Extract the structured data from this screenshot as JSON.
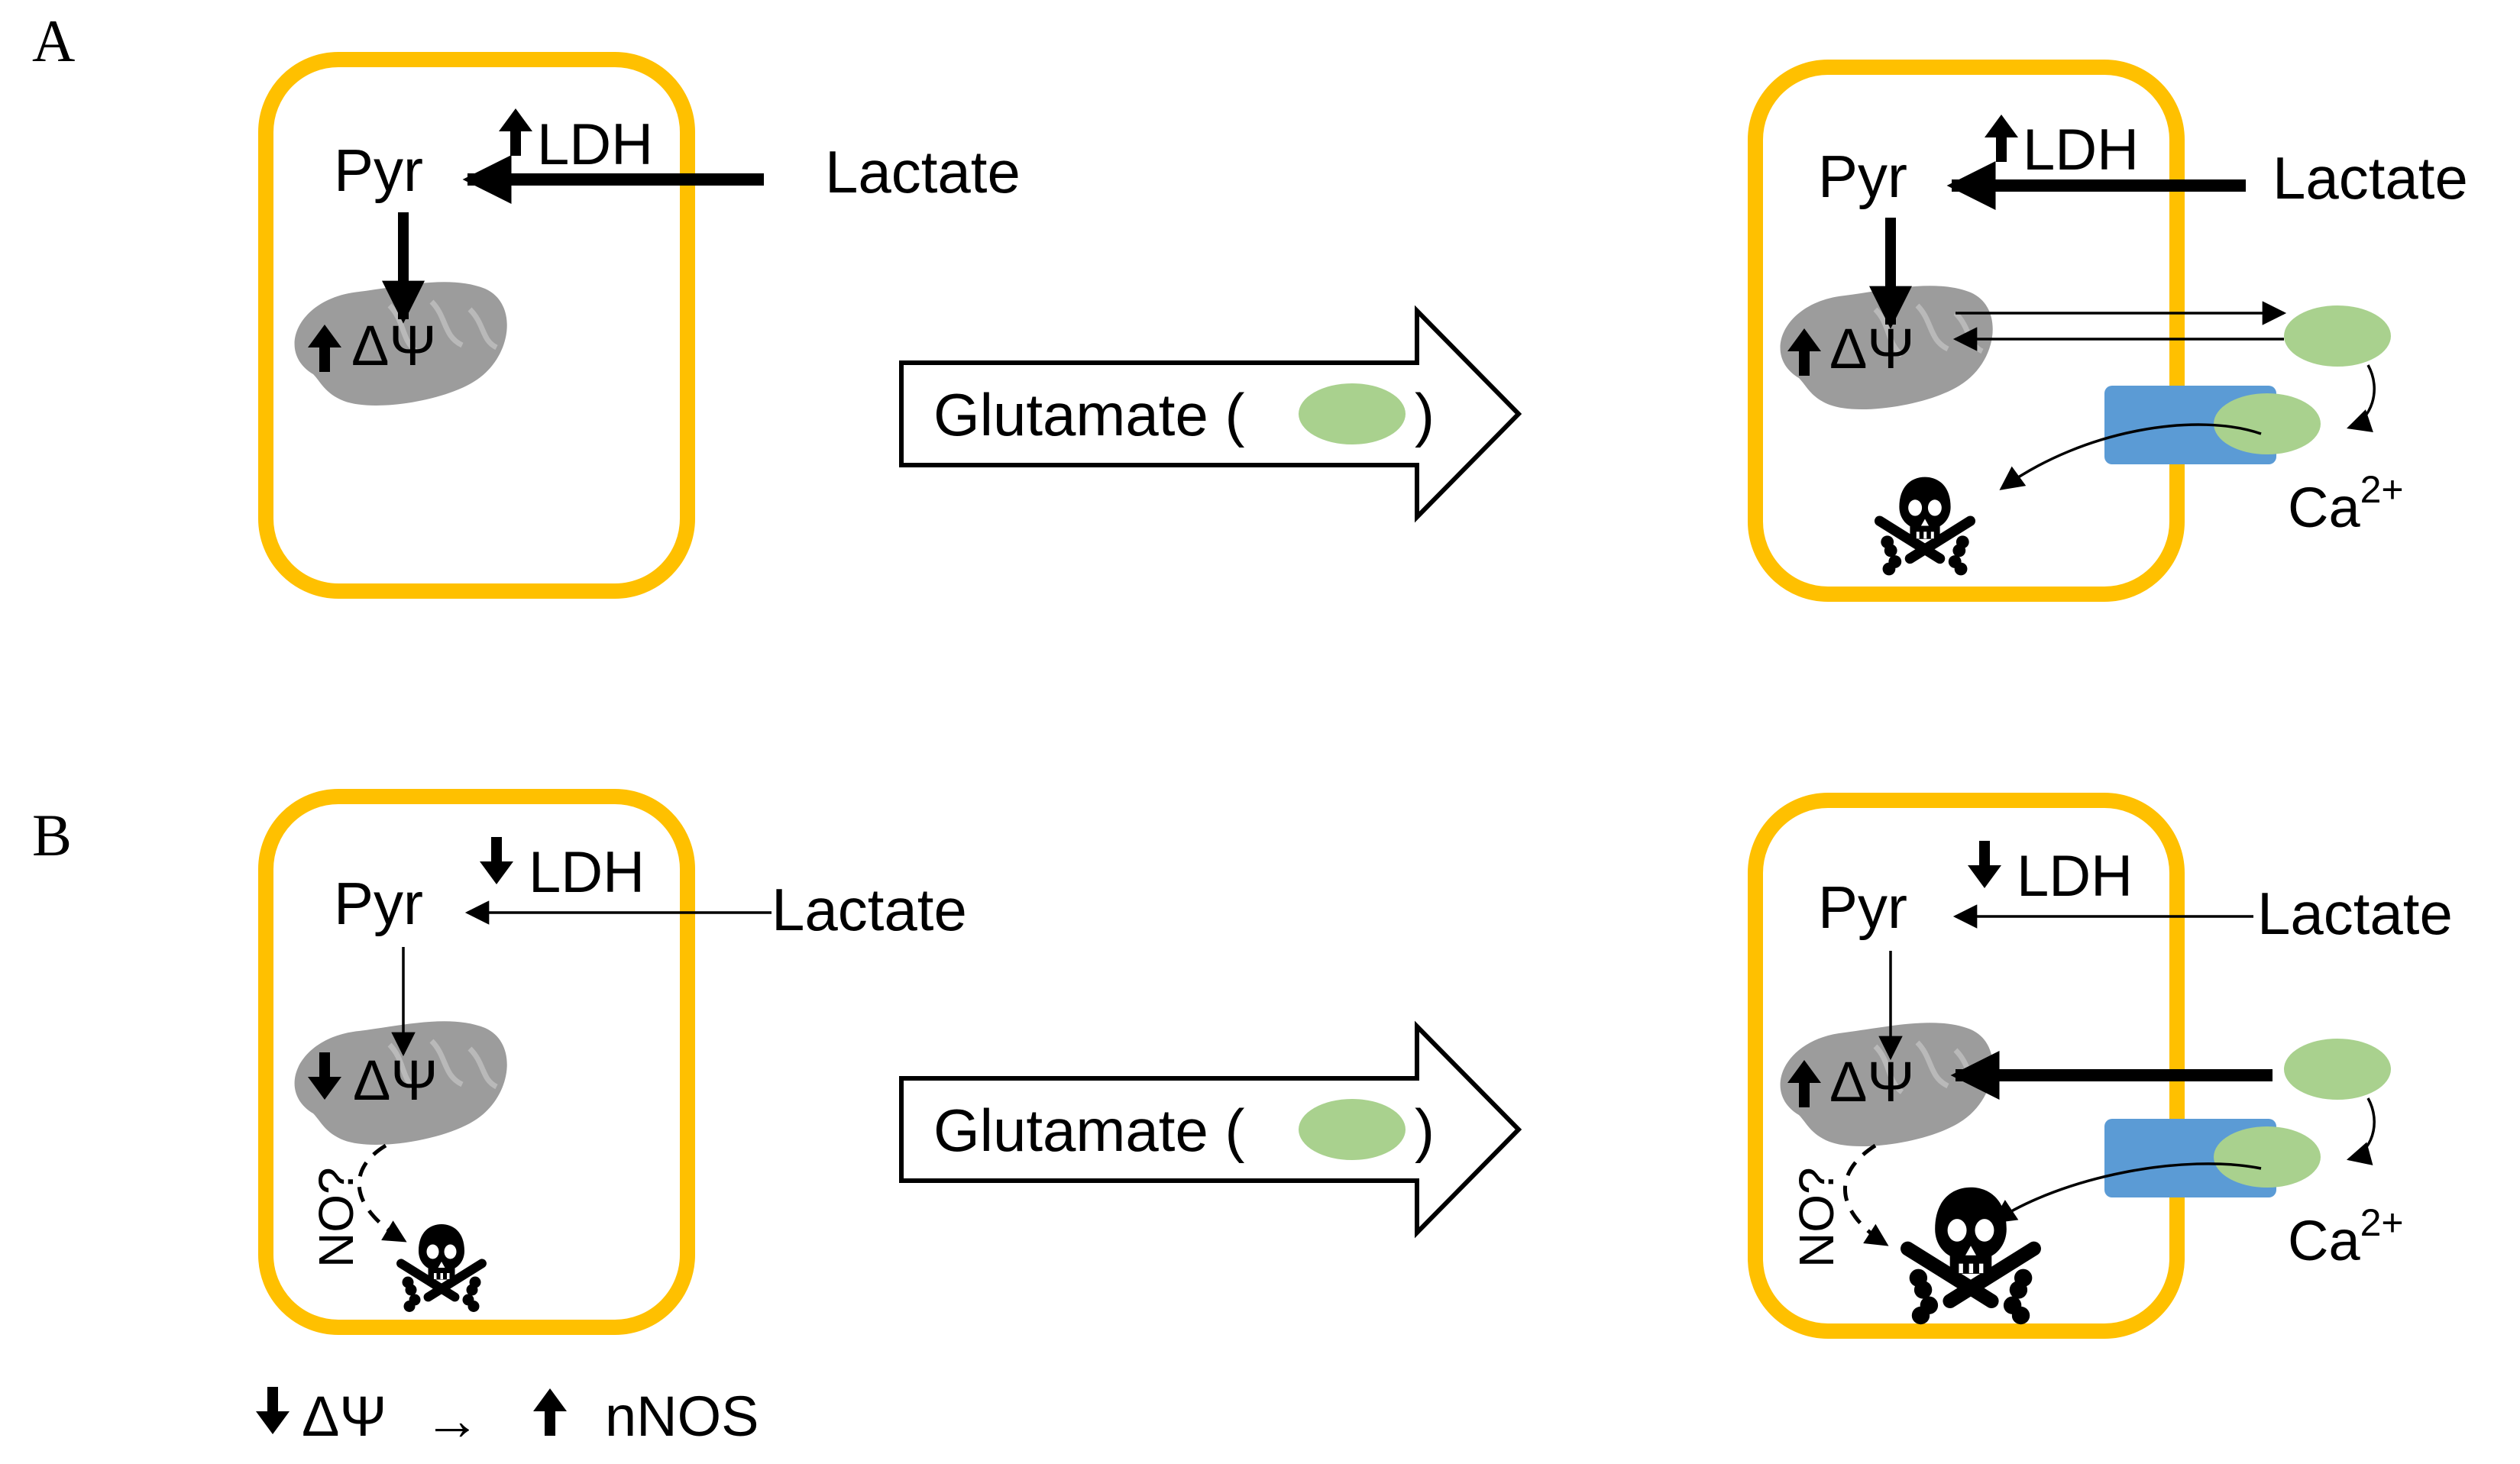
{
  "panels": {
    "a": {
      "label": "A",
      "left_cell": {
        "pyr": "Pyr",
        "ldh": "LDH",
        "lactate": "Lactate",
        "delta_psi": "ΔΨ"
      },
      "transition": {
        "label_open": "Glutamate (",
        "label_close": ")"
      },
      "right_cell": {
        "pyr": "Pyr",
        "ldh": "LDH",
        "lactate": "Lactate",
        "delta_psi": "ΔΨ",
        "calcium": "Ca",
        "calcium_charge": "2+"
      }
    },
    "b": {
      "label": "B",
      "left_cell": {
        "pyr": "Pyr",
        "ldh": "LDH",
        "lactate": "Lactate",
        "delta_psi": "ΔΨ",
        "no": "NO?"
      },
      "transition": {
        "label_open": "Glutamate (",
        "label_close": ")"
      },
      "right_cell": {
        "pyr": "Pyr",
        "ldh": "LDH",
        "lactate": "Lactate",
        "delta_psi": "ΔΨ",
        "no": "NO?",
        "calcium": "Ca",
        "calcium_charge": "2+"
      },
      "caption": {
        "delta_psi": "ΔΨ",
        "nnos": "nNOS"
      }
    }
  },
  "colors": {
    "cell_border": "#FFC000",
    "glutamate": "#A9D18E",
    "receptor": "#5B9BD5",
    "mitochondrion": "#9C9C9C"
  },
  "icons": {
    "death": "skull-and-crossbones-icon",
    "up": "up-arrow-icon",
    "down": "down-arrow-icon"
  }
}
